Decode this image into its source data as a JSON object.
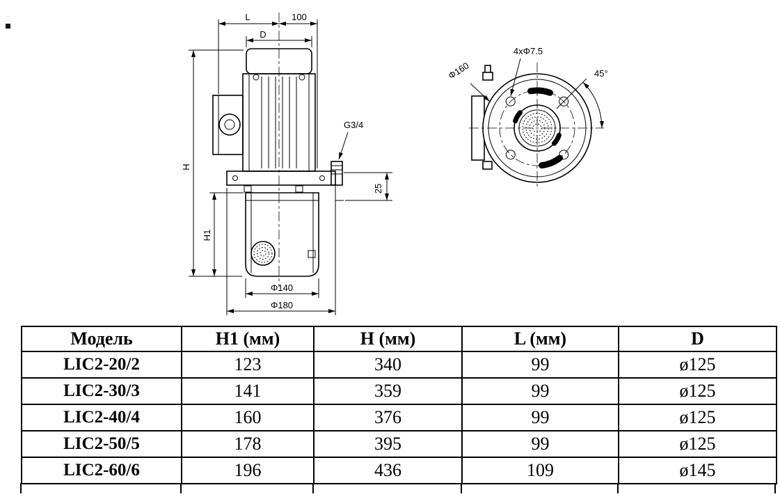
{
  "colors": {
    "line": "#000000",
    "background": "#ffffff"
  },
  "drawing": {
    "side_view": {
      "labels": {
        "l": "L",
        "hundred": "100",
        "d": "D",
        "g34": "G3/4",
        "h": "H",
        "h1": "H1",
        "twentyfive": "25",
        "phi140": "Φ140",
        "phi180": "Φ180"
      }
    },
    "top_view": {
      "labels": {
        "bolt_holes": "4xΦ7.5",
        "phi160": "Φ160",
        "angle": "45°"
      }
    }
  },
  "table": {
    "headers": [
      "Модель",
      "H1 (мм)",
      "H (мм)",
      "L (мм)",
      "D"
    ],
    "rows": [
      {
        "model": "LIC2-20/2",
        "h1": "123",
        "h": "340",
        "l": "99",
        "d": "ø125"
      },
      {
        "model": "LIC2-30/3",
        "h1": "141",
        "h": "359",
        "l": "99",
        "d": "ø125"
      },
      {
        "model": "LIC2-40/4",
        "h1": "160",
        "h": "376",
        "l": "99",
        "d": "ø125"
      },
      {
        "model": "LIC2-50/5",
        "h1": "178",
        "h": "395",
        "l": "99",
        "d": "ø125"
      },
      {
        "model": "LIC2-60/6",
        "h1": "196",
        "h": "436",
        "l": "109",
        "d": "ø145"
      }
    ]
  }
}
